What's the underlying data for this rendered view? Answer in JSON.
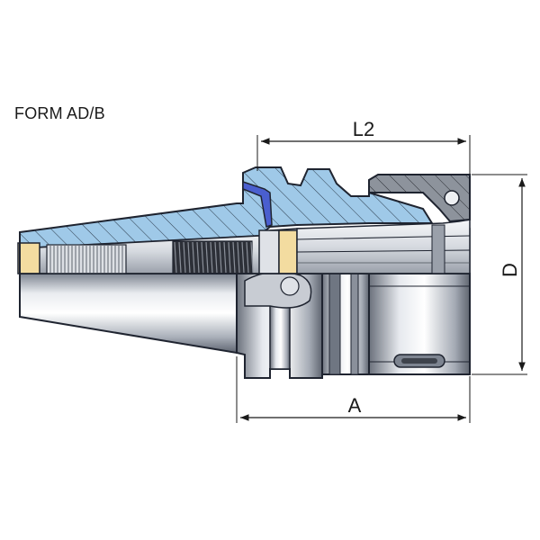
{
  "diagram": {
    "form_label": "FORM AD/B",
    "dimensions": {
      "length_label": "L2",
      "overall_length_label": "A",
      "diameter_label": "D"
    },
    "colors": {
      "section_fill": "#9fc9e8",
      "steel_light": "#eef0f3",
      "steel_mid": "#b9bec7",
      "steel_dark": "#6f7682",
      "outline": "#1f2430",
      "brass": "#f3dca0",
      "blue_pin": "#4a5fcf",
      "nut_gray": "#8d939c"
    }
  }
}
